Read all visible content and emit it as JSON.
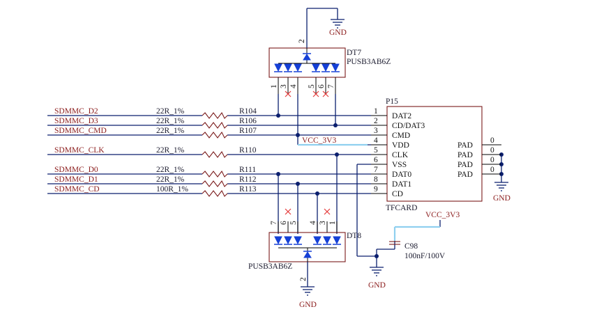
{
  "signals": [
    {
      "name": "SDMMC_D2",
      "value": "22R_1%",
      "ref": "R104",
      "pin": "1",
      "func": "DAT2"
    },
    {
      "name": "SDMMC_D3",
      "value": "22R_1%",
      "ref": "R106",
      "pin": "2",
      "func": "CD/DAT3"
    },
    {
      "name": "SDMMC_CMD",
      "value": "22R_1%",
      "ref": "R107",
      "pin": "3",
      "func": "CMD"
    },
    {
      "name": "",
      "value": "",
      "ref": "",
      "pin": "4",
      "func": "VDD"
    },
    {
      "name": "SDMMC_CLK",
      "value": "22R_1%",
      "ref": "R110",
      "pin": "5",
      "func": "CLK"
    },
    {
      "name": "",
      "value": "",
      "ref": "",
      "pin": "6",
      "func": "VSS"
    },
    {
      "name": "SDMMC_D0",
      "value": "22R_1%",
      "ref": "R111",
      "pin": "7",
      "func": "DAT0"
    },
    {
      "name": "SDMMC_D1",
      "value": "22R_1%",
      "ref": "R112",
      "pin": "8",
      "func": "DAT1"
    },
    {
      "name": "SDMMC_CD",
      "value": "100R_1%",
      "ref": "R113",
      "pin": "9",
      "func": "CD"
    }
  ],
  "connector": {
    "ref": "P15",
    "part": "TFCARD",
    "pad_label": "PAD",
    "pad_pins": [
      "0",
      "0",
      "0",
      "0"
    ]
  },
  "dt7": {
    "ref": "DT7",
    "part": "PUSB3AB6Z",
    "top_pin": "2",
    "pins": [
      "1",
      "3",
      "4",
      "5",
      "6",
      "7"
    ]
  },
  "dt8": {
    "ref": "DT8",
    "part": "PUSB3AB6Z",
    "bottom_pin": "2",
    "pins": [
      "7",
      "6",
      "5",
      "4",
      "3",
      "1"
    ]
  },
  "cap": {
    "ref": "C98",
    "value": "100nF/100V"
  },
  "power": {
    "vcc": "VCC_3V3",
    "gnd": "GND"
  },
  "colors": {
    "wire": "#0b1f6e",
    "net_label": "#8b1c1c",
    "diode": "#1640d6",
    "no_connect": "#e53b3b",
    "highlight": "#8fd0ef"
  }
}
